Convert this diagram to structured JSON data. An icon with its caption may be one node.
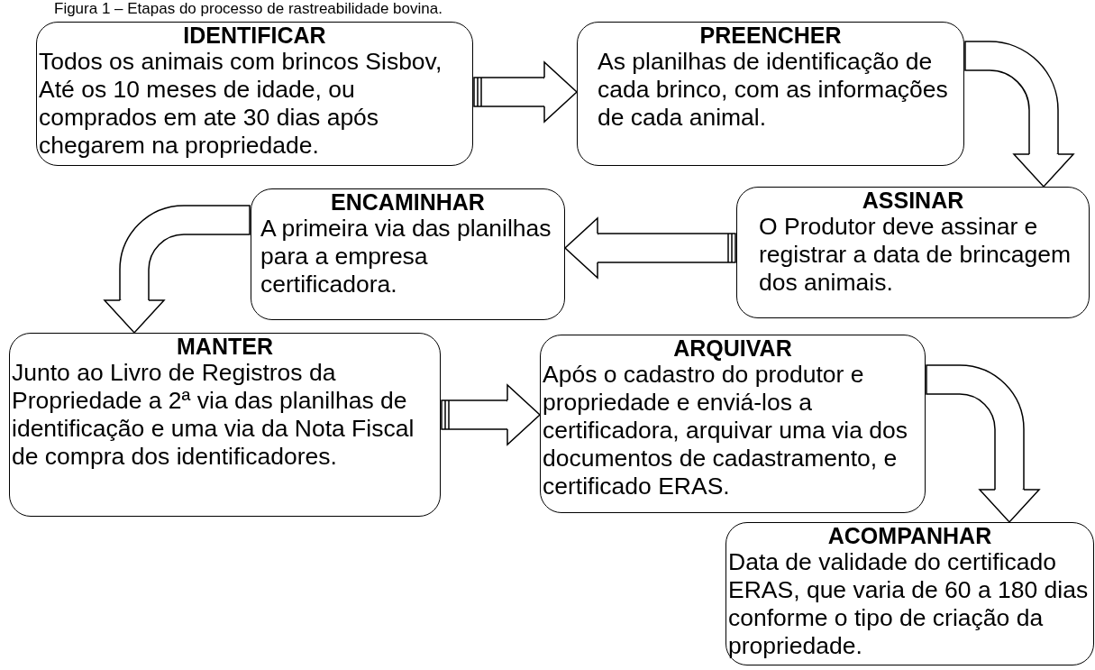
{
  "diagram": {
    "title": "Figura 1 – Etapas do processo de rastreabilidade bovina.",
    "nodes": [
      {
        "text": [
          "IDENTIFICAR",
          "Todos os animais com brincos Sisbov, Até os 10 meses de idade, ou comprados em ate 30 dias após chegarem na propriedade."
        ]
      },
      {
        "text": [
          "PREENCHER",
          "As planilhas de identificação de cada brinco, com as informações de cada animal."
        ]
      },
      {
        "text": [
          "ASSINAR",
          "O Produtor deve assinar e registrar a data de brincagem dos animais."
        ]
      },
      {
        "text": [
          "ENCAMINHAR",
          "A primeira via das planilhas para a empresa certificadora."
        ]
      },
      {
        "text": [
          "MANTER",
          "Junto ao Livro de Registros da Propriedade a 2ª via das planilhas de identificação e uma via da Nota Fiscal de compra dos identificadores."
        ]
      },
      {
        "text": [
          "ARQUIVAR",
          "Após o cadastro do produtor e propriedade e enviá-los a certificadora, arquivar uma via dos documentos de cadastramento, e certificado ERAS."
        ]
      },
      {
        "text": [
          "ACOMPANHAR",
          "Data de validade do certificado ERAS, que varia de 60 a 180 dias conforme o tipo de criação da propriedade."
        ]
      }
    ],
    "edges": [
      {
        "from": 0,
        "to": 1,
        "arrow": "to"
      },
      {
        "from": 1,
        "to": 2,
        "arrow": "to"
      },
      {
        "from": 2,
        "to": 3,
        "arrow": "to"
      },
      {
        "from": 3,
        "to": 4,
        "arrow": "to"
      },
      {
        "from": 4,
        "to": 5,
        "arrow": "to"
      },
      {
        "from": 5,
        "to": 6,
        "arrow": "to"
      }
    ]
  }
}
